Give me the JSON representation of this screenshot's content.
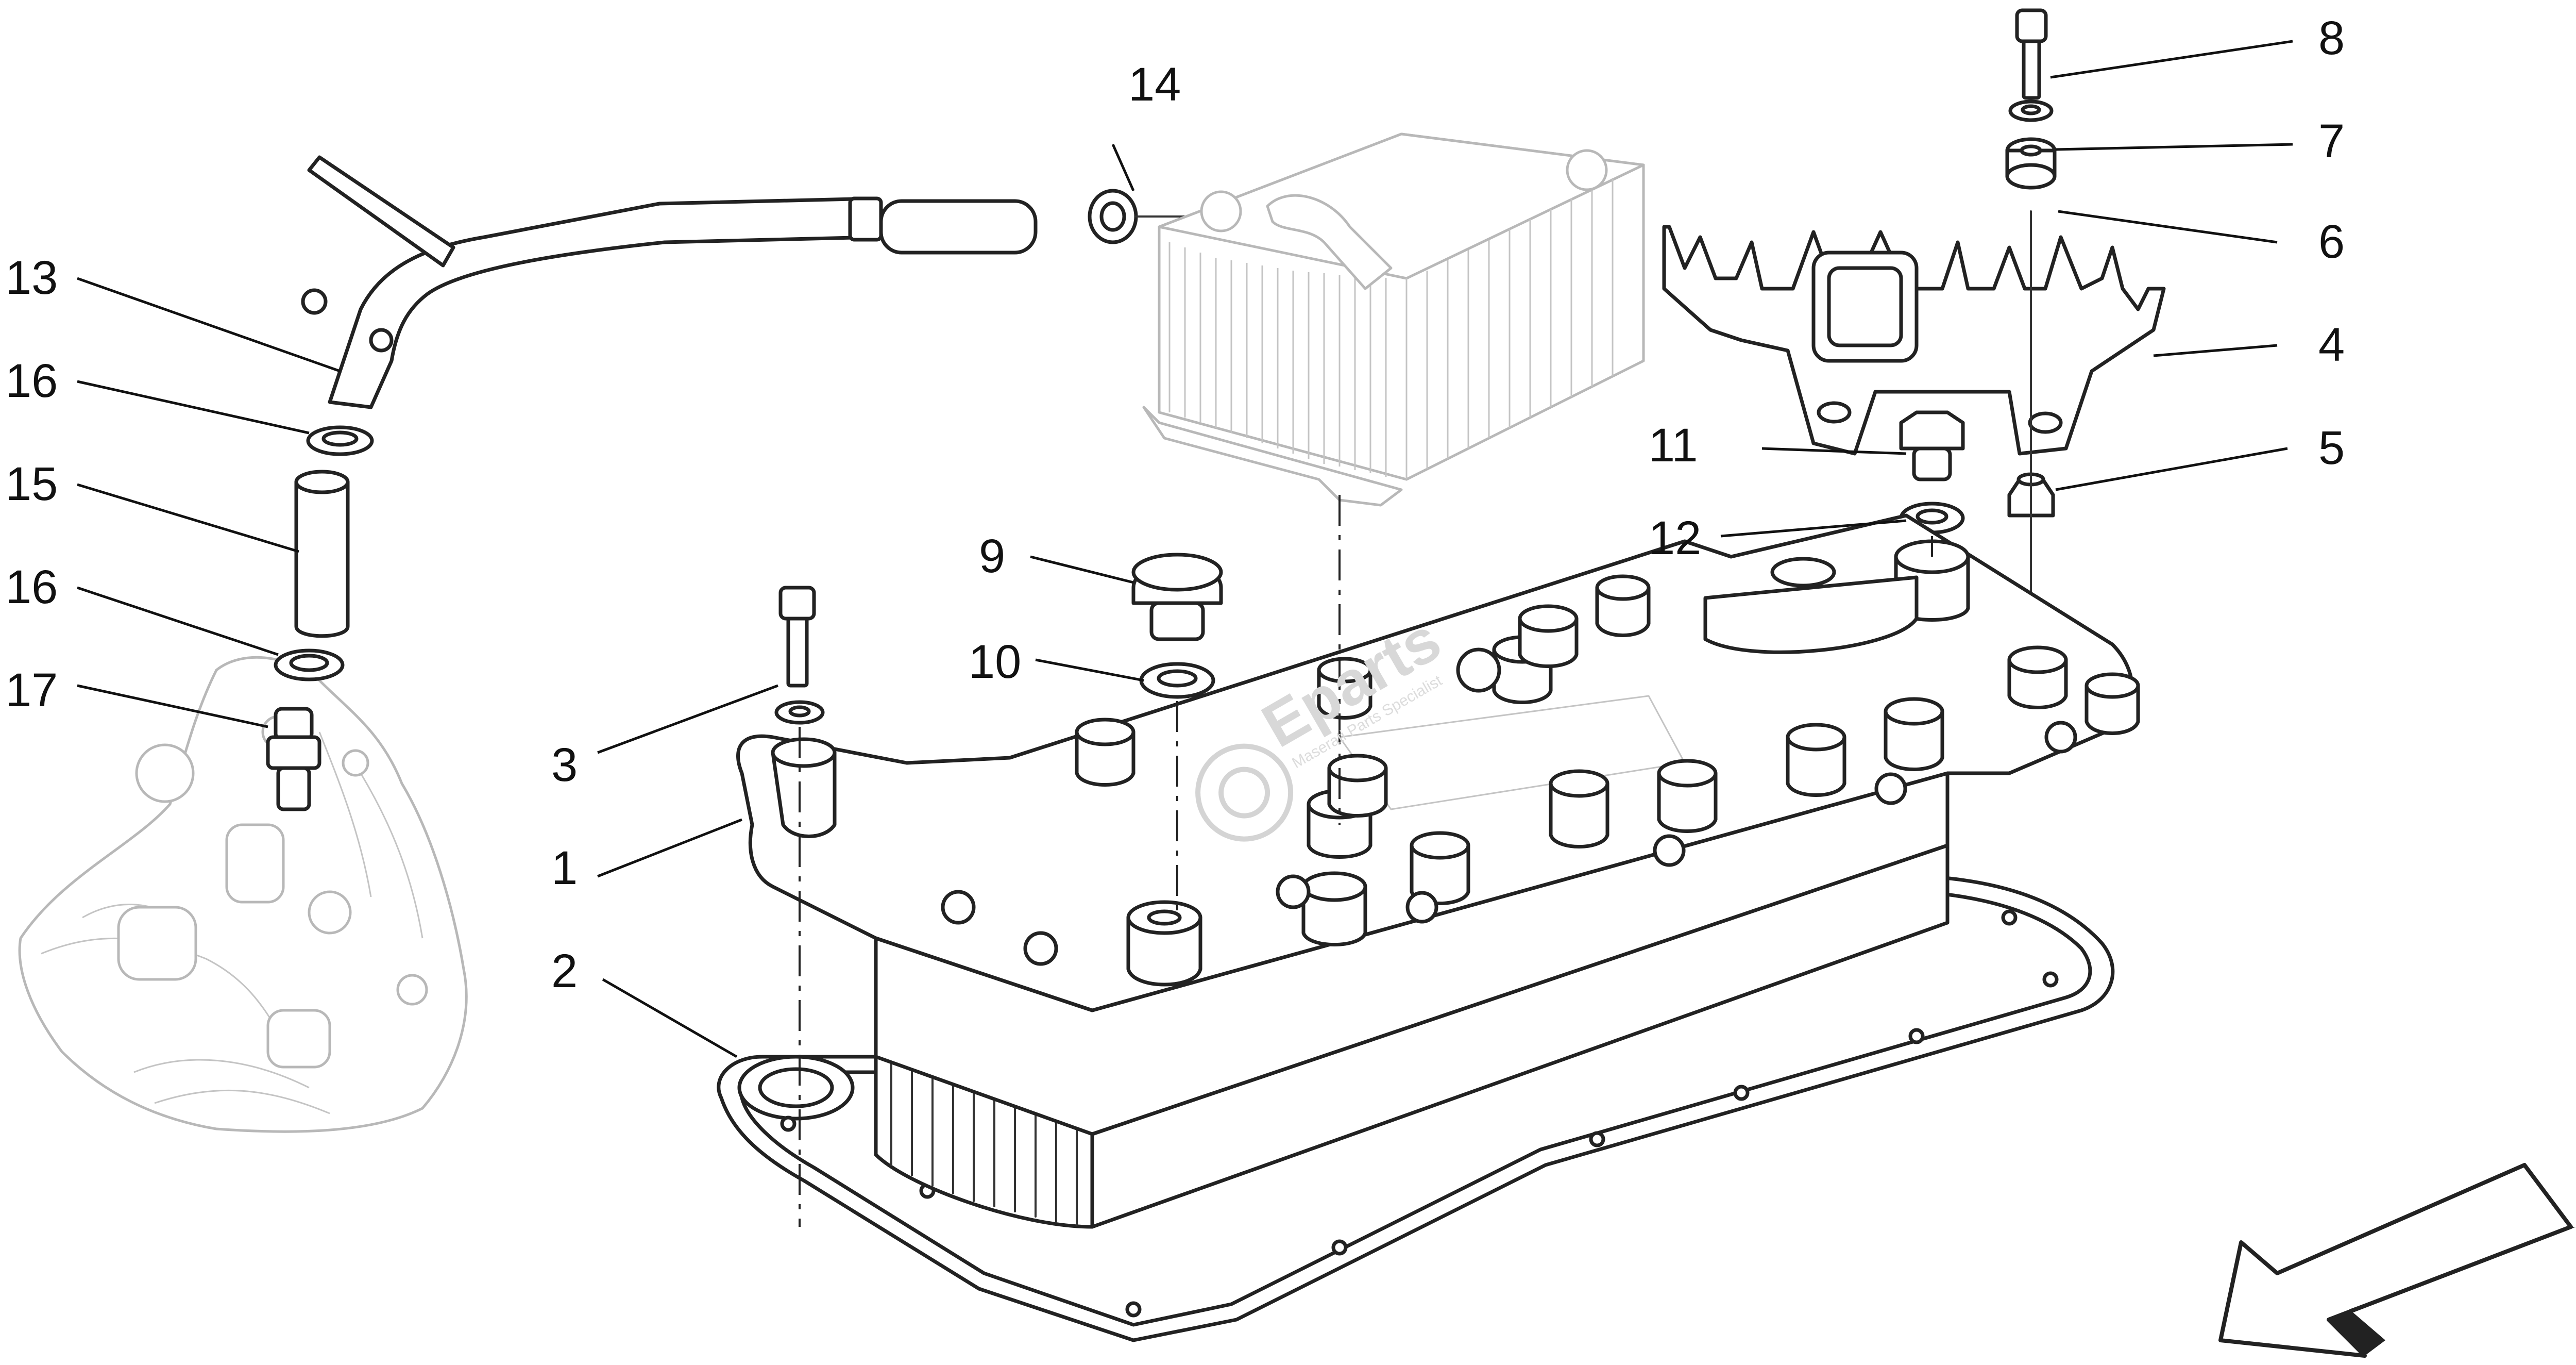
{
  "diagram": {
    "callouts": [
      {
        "id": "1",
        "label": "1"
      },
      {
        "id": "2",
        "label": "2"
      },
      {
        "id": "3",
        "label": "3"
      },
      {
        "id": "4",
        "label": "4"
      },
      {
        "id": "5",
        "label": "5"
      },
      {
        "id": "6",
        "label": "6"
      },
      {
        "id": "7",
        "label": "7"
      },
      {
        "id": "8",
        "label": "8"
      },
      {
        "id": "9",
        "label": "9"
      },
      {
        "id": "10",
        "label": "10"
      },
      {
        "id": "11",
        "label": "11"
      },
      {
        "id": "12",
        "label": "12"
      },
      {
        "id": "13",
        "label": "13"
      },
      {
        "id": "14",
        "label": "14"
      },
      {
        "id": "15",
        "label": "15"
      },
      {
        "id": "16a",
        "label": "16"
      },
      {
        "id": "16b",
        "label": "16"
      },
      {
        "id": "17",
        "label": "17"
      }
    ],
    "watermark": {
      "brand": "Eparts",
      "tagline": "Maserati Parts Specialist"
    },
    "colors": {
      "line": "#222222",
      "ghost": "#b8b8b8",
      "watermark": "#d8d8d8",
      "background": "#ffffff"
    },
    "icons": [
      "direction-arrow-icon"
    ]
  }
}
